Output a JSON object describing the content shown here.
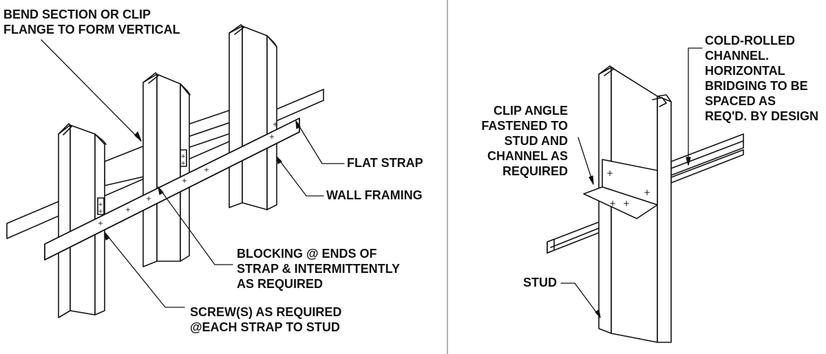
{
  "colors": {
    "ink": "#111111",
    "shade": "#cfcfcf",
    "divider": "#999999",
    "background": "#ffffff"
  },
  "left_detail": {
    "labels": {
      "bend_section": [
        "BEND SECTION OR CLIP",
        "FLANGE TO FORM VERTICAL"
      ],
      "flat_strap": "FLAT STRAP",
      "wall_framing": "WALL FRAMING",
      "blocking": [
        "BLOCKING @ ENDS OF",
        "STRAP & INTERMITTENTLY",
        "AS REQUIRED"
      ],
      "screws": [
        "SCREW(S) AS REQUIRED",
        "@EACH STRAP TO STUD"
      ]
    }
  },
  "right_detail": {
    "labels": {
      "cold_rolled": [
        "COLD-ROLLED",
        "CHANNEL.",
        "HORIZONTAL",
        "BRIDGING TO BE",
        "SPACED AS",
        "REQ'D. BY DESIGN"
      ],
      "clip_angle": [
        "CLIP ANGLE",
        "FASTENED TO",
        "STUD AND",
        "CHANNEL AS",
        "REQUIRED"
      ],
      "stud": "STUD"
    }
  }
}
